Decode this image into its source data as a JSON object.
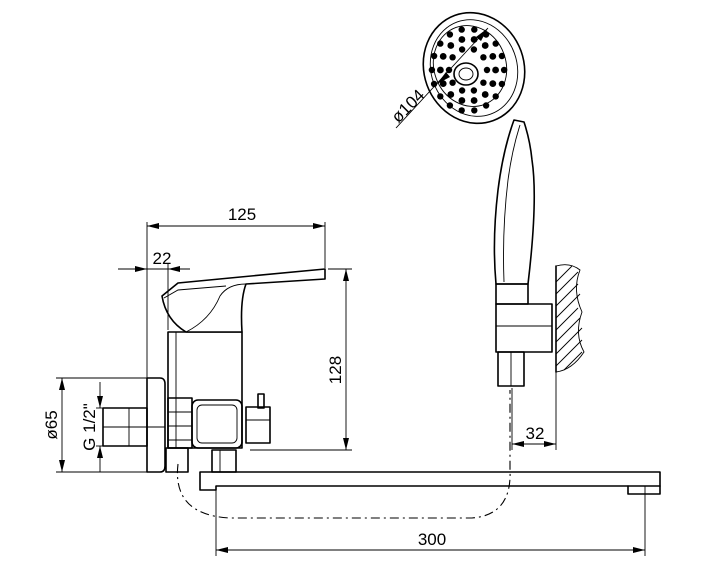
{
  "dimensions": {
    "overall_length": "300",
    "spout_reach": "125",
    "lever_offset": "22",
    "body_height": "128",
    "flange_diameter": "ø65",
    "thread_size": "G 1/2\"",
    "showerhead_diameter": "ø104",
    "holder_offset": "32"
  }
}
